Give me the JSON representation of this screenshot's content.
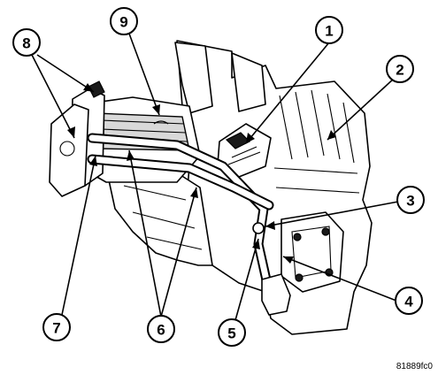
{
  "figure_id": "81889fc0",
  "callouts": [
    {
      "label": "1"
    },
    {
      "label": "2"
    },
    {
      "label": "3"
    },
    {
      "label": "4"
    },
    {
      "label": "5"
    },
    {
      "label": "6"
    },
    {
      "label": "7"
    },
    {
      "label": "8"
    },
    {
      "label": "9"
    }
  ]
}
